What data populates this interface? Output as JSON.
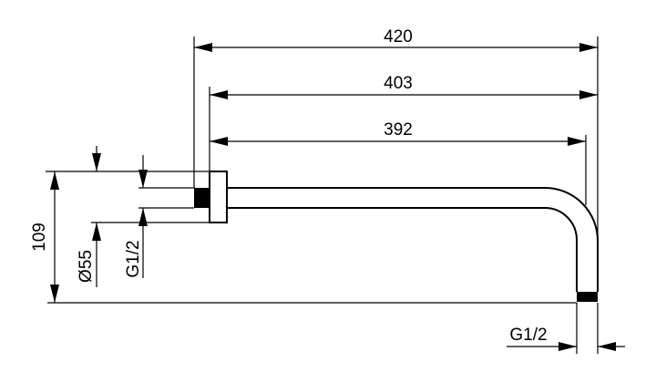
{
  "drawing": {
    "dim_overall_length": "420",
    "dim_flange_to_end": "403",
    "dim_flange_to_outlet_axis": "392",
    "dim_height": "109",
    "dim_flange_diameter": "Ø55",
    "dim_wall_thread": "G1/2",
    "dim_outlet_thread": "G1/2"
  },
  "colors": {
    "line": "#000000",
    "background": "#ffffff"
  }
}
